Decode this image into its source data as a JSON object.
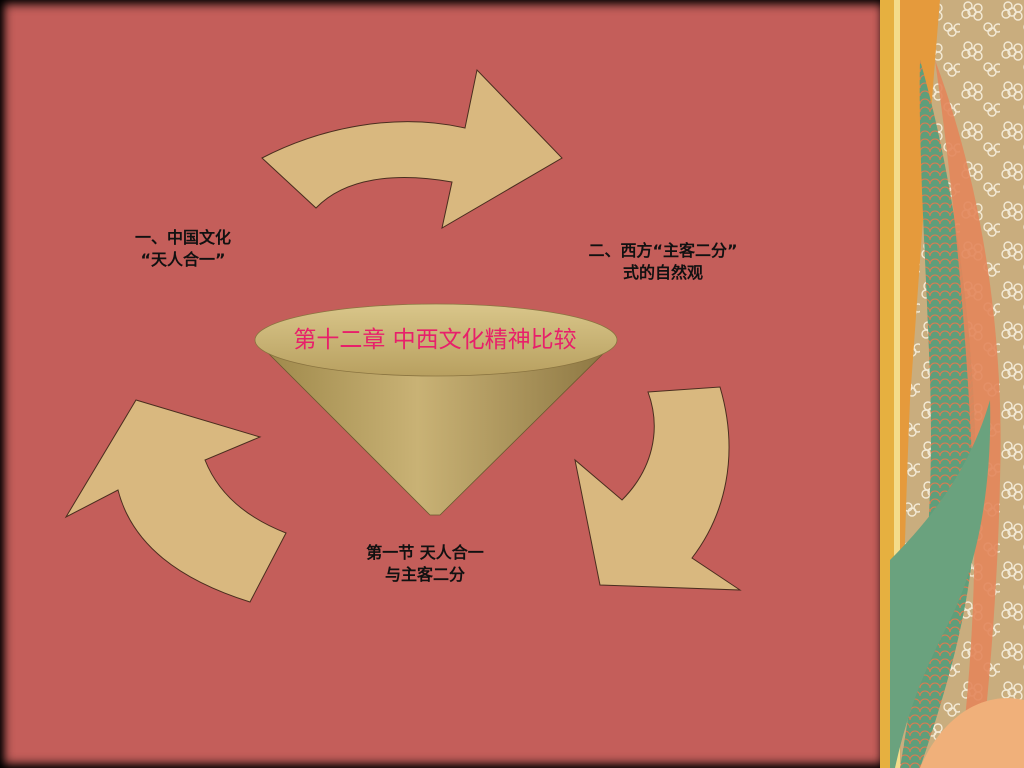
{
  "slide": {
    "title": "第十二章  中西文化精神比较",
    "nodes": [
      {
        "line1": "一、中国文化",
        "line2": "“天人合一”"
      },
      {
        "line1": "二、西方“主客二分”",
        "line2": "式的自然观"
      },
      {
        "line1": "第一节 天人合一",
        "line2": "与主客二分"
      }
    ]
  },
  "colors": {
    "background": "#c45e5a",
    "arrow_fill": "#d9b87f",
    "cone_fill": "#b9a25f",
    "title_text": "#e8206a"
  }
}
